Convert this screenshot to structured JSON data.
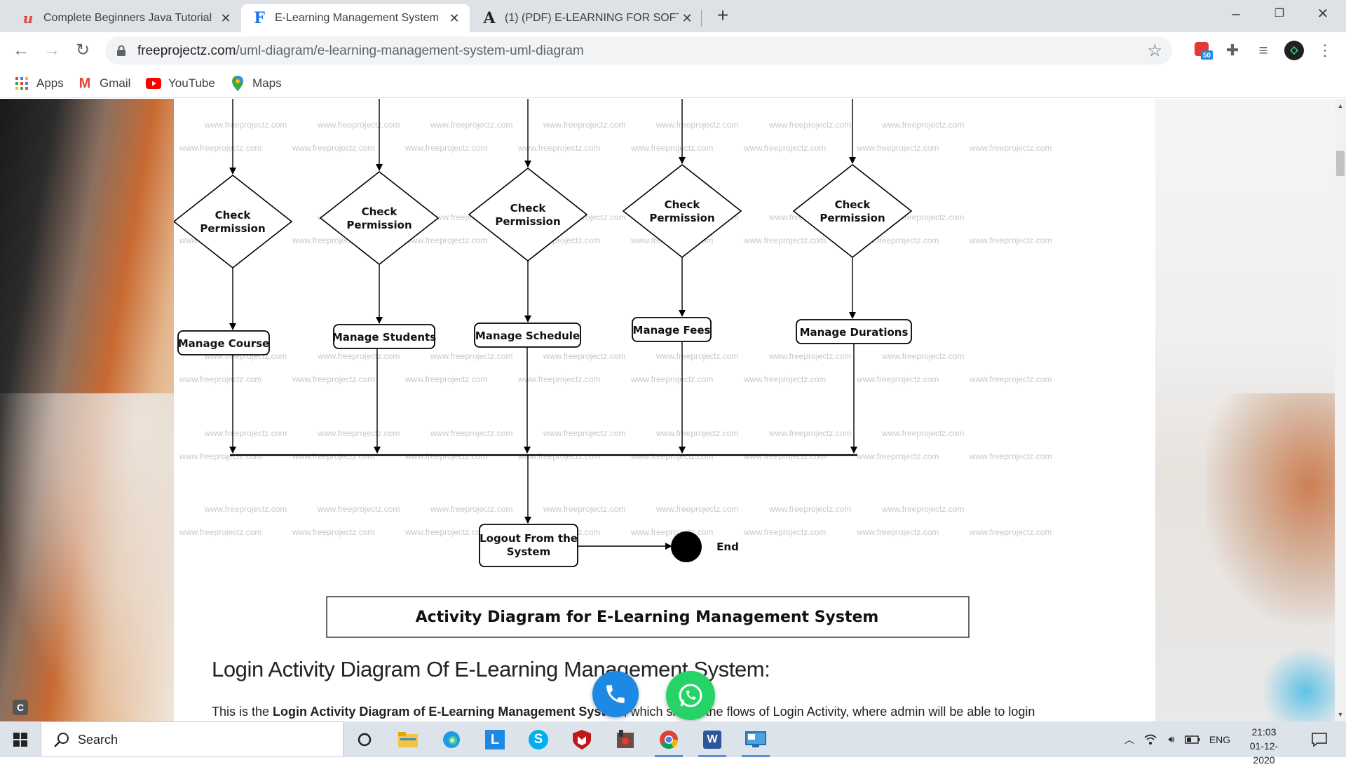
{
  "browser": {
    "tabs": [
      {
        "title": "Complete Beginners Java Tutorial",
        "favicon": "udemy-icon"
      },
      {
        "title": "E-Learning Management System",
        "favicon": "freeprojectz-icon",
        "active": true
      },
      {
        "title": "(1) (PDF) E-LEARNING FOR SOFT",
        "favicon": "academia-icon"
      }
    ],
    "url_domain": "freeprojectz.com",
    "url_path": "/uml-diagram/e-learning-management-system-uml-diagram",
    "extension_badge": "50",
    "bookmarks": [
      "Apps",
      "Gmail",
      "YouTube",
      "Maps"
    ]
  },
  "diagram": {
    "check_label": "Check Permission",
    "check_line1": "Check",
    "check_line2": "Permission",
    "actions": [
      "Manage Course",
      "Manage Students",
      "Manage Schedule",
      "Manage Fees",
      "Manage Durations"
    ],
    "logout_line1": "Logout From the",
    "logout_line2": "System",
    "end_label": "End",
    "caption": "Activity Diagram for E-Learning Management System",
    "watermark": "www.freeprojectz.com"
  },
  "page": {
    "section_heading": "Login Activity Diagram Of E-Learning Management System:",
    "body_prefix": "This is the ",
    "body_bold": "Login Activity Diagram of E-Learning Management System",
    "body_suffix": ", which shows the flows of Login Activity, where admin will be able to login"
  },
  "taskbar": {
    "search_placeholder": "Search",
    "language": "ENG",
    "time": "21:03",
    "date": "01-12-2020"
  },
  "colors": {
    "tabstrip": "#dee1e6",
    "taskbar": "#dde3ea",
    "phone_button": "#1e88e5",
    "whatsapp_button": "#25d366"
  }
}
